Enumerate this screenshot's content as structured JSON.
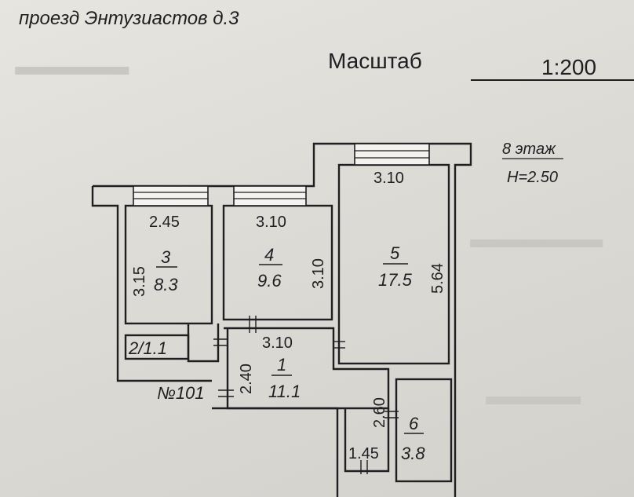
{
  "header": {
    "address": "проезд Энтузиастов д.3",
    "scale_label": "Масштаб",
    "scale_value": "1:200"
  },
  "floor": {
    "floor_label": "8 этаж",
    "height_label": "H=2.50"
  },
  "rooms": {
    "r3": {
      "number": "3",
      "area": "8.3",
      "width": "2.45",
      "depth": "3.15"
    },
    "r4": {
      "number": "4",
      "area": "9.6",
      "width": "3.10",
      "depth": "3.10"
    },
    "r5": {
      "number": "5",
      "area": "17.5",
      "width": "3.10",
      "depth": "5.64"
    },
    "r1": {
      "number": "1",
      "area": "11.1",
      "width": "3.10",
      "depth": "2.40"
    },
    "r6": {
      "number": "6",
      "area": "3.8",
      "width": "1.45",
      "depth": "2.60"
    }
  },
  "closet": {
    "label": "2/1.1"
  },
  "apartment": {
    "number": "№101"
  }
}
